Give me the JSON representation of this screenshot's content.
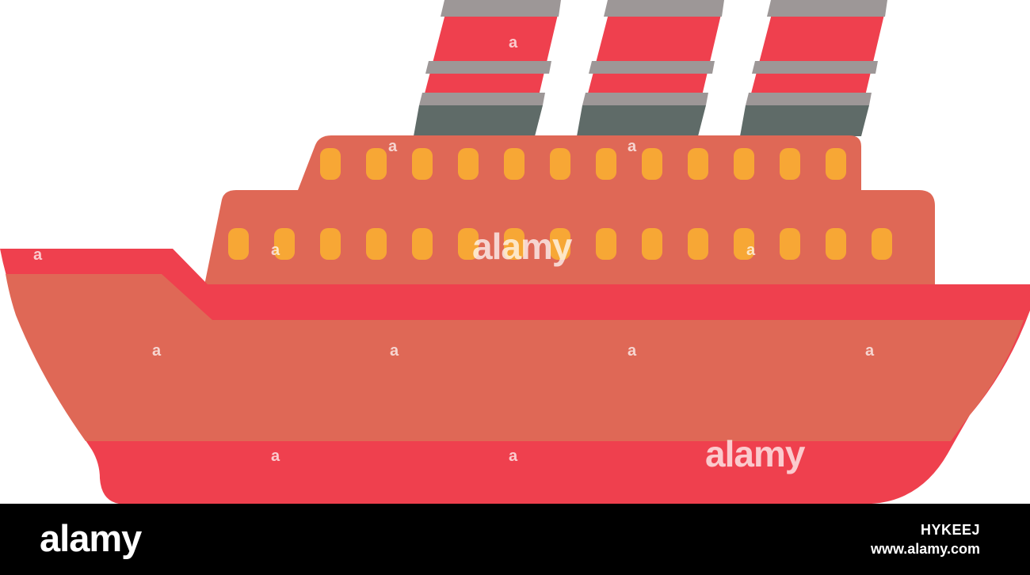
{
  "image": {
    "subject": "cruise ship",
    "icons": [
      "ship-icon",
      "funnel-icon",
      "porthole-icon"
    ],
    "colors": {
      "hull_red": "#ef404e",
      "hull_body": "#df6856",
      "superstructure": "#df6856",
      "window": "#f7a735",
      "funnel_red": "#ef404e",
      "funnel_grey": "#9d9797",
      "funnel_dark": "#5f6b68",
      "background": "#ffffff",
      "footer": "#000000"
    }
  },
  "watermarks": {
    "center_logo": "alamy",
    "lower_logo": "alamy",
    "mark_letter": "a"
  },
  "footer": {
    "logo_text": "alamy",
    "image_id": "HYKEEJ",
    "url": "www.alamy.com"
  }
}
